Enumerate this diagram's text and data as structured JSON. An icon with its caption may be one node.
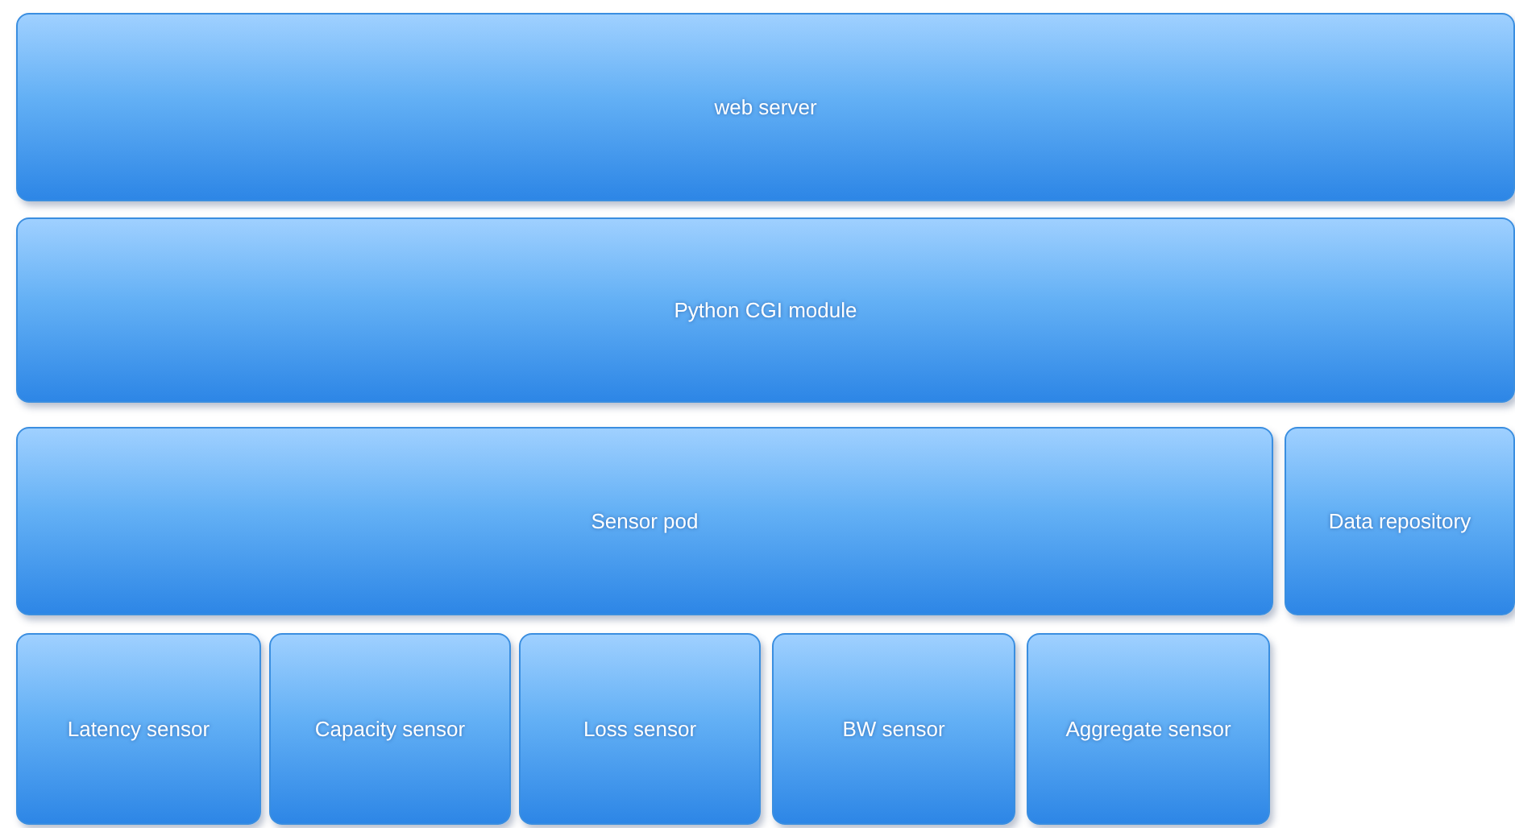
{
  "diagram": {
    "nodes": [
      {
        "text": [
          "web server"
        ]
      },
      {
        "text": [
          "Python CGI module"
        ]
      },
      {
        "text": [
          "Sensor pod"
        ]
      },
      {
        "text": [
          "Data repository"
        ]
      },
      {
        "text": [
          "Latency sensor"
        ]
      },
      {
        "text": [
          "Capacity sensor"
        ]
      },
      {
        "text": [
          "Loss sensor"
        ]
      },
      {
        "text": [
          "BW sensor"
        ]
      },
      {
        "text": [
          "Aggregate sensor"
        ]
      }
    ]
  }
}
